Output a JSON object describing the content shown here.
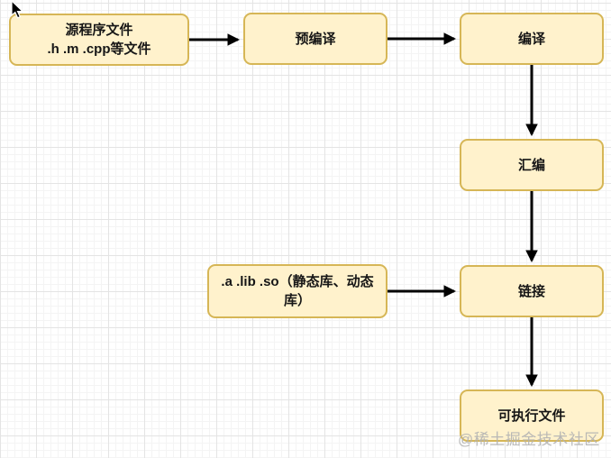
{
  "flowchart": {
    "title": "compilation-pipeline-flowchart",
    "nodes": {
      "source": {
        "label": "源程序文件\n.h .m .cpp等文件"
      },
      "precompile": {
        "label": "预编译"
      },
      "compile": {
        "label": "编译"
      },
      "assemble": {
        "label": "汇编"
      },
      "libraries": {
        "label": ".a .lib .so（静态库、动态\n库）"
      },
      "link": {
        "label": "链接"
      },
      "executable": {
        "label": "可执行文件"
      }
    },
    "edges": [
      {
        "from": "source",
        "to": "precompile"
      },
      {
        "from": "precompile",
        "to": "compile"
      },
      {
        "from": "compile",
        "to": "assemble"
      },
      {
        "from": "assemble",
        "to": "link"
      },
      {
        "from": "libraries",
        "to": "link"
      },
      {
        "from": "link",
        "to": "executable"
      }
    ]
  },
  "watermark": {
    "text": "@稀土掘金技术社区"
  },
  "colors": {
    "node_fill": "#FFF2CC",
    "node_border": "#D6B656",
    "arrow": "#000000",
    "grid_major": "#E4E4E4",
    "grid_minor": "#F4F4F4",
    "watermark": "#B2B2B2",
    "text": "#161616"
  }
}
